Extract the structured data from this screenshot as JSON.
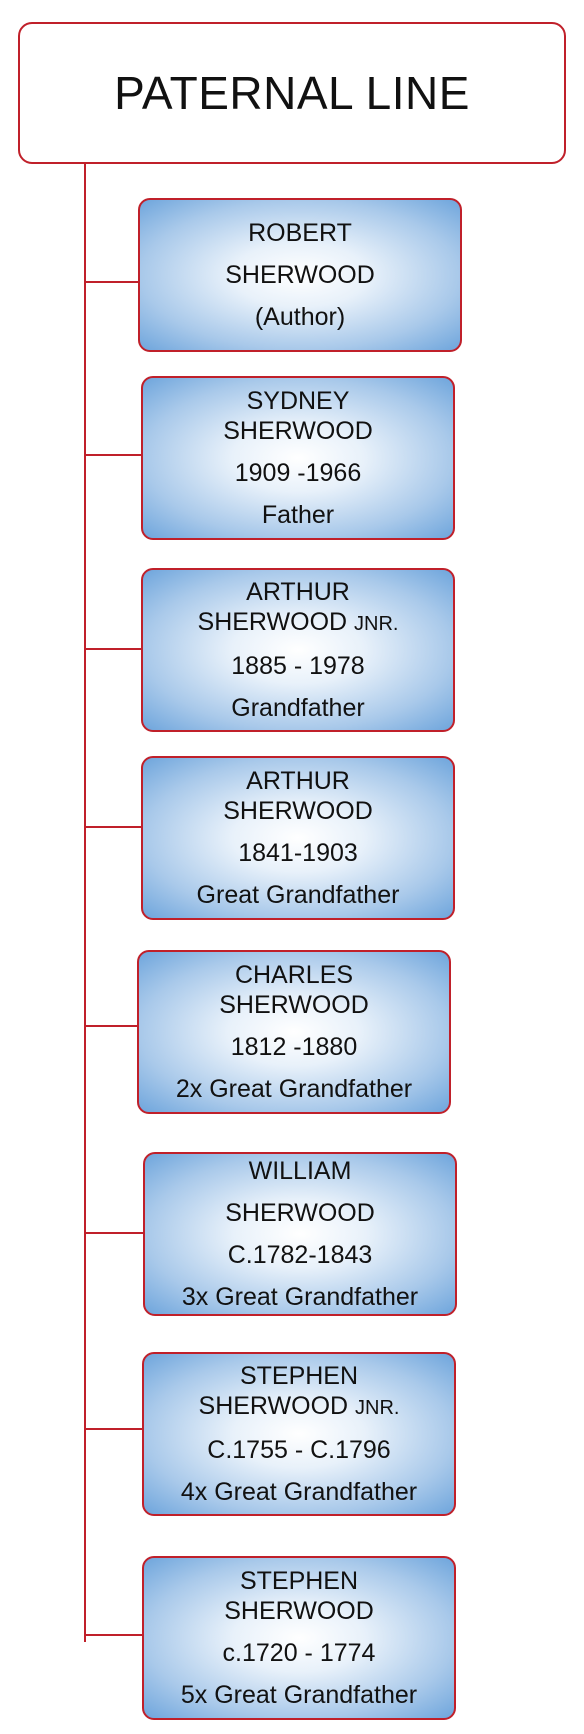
{
  "header": {
    "title": "PATERNAL LINE"
  },
  "colors": {
    "border": "#c0202a",
    "fill_light": "#ffffff",
    "fill_dark": "#6ea5dc"
  },
  "people": [
    {
      "first": "ROBERT",
      "surname": "SHERWOOD",
      "suffix": "",
      "dates": "(Author)",
      "relation": ""
    },
    {
      "first": "SYDNEY",
      "surname": "SHERWOOD",
      "suffix": "",
      "dates": "1909 -1966",
      "relation": "Father"
    },
    {
      "first": "ARTHUR",
      "surname": "SHERWOOD",
      "suffix": "JNR.",
      "dates": "1885 - 1978",
      "relation": "Grandfather"
    },
    {
      "first": "ARTHUR",
      "surname": "SHERWOOD",
      "suffix": "",
      "dates": "1841-1903",
      "relation": "Great Grandfather"
    },
    {
      "first": "CHARLES",
      "surname": "SHERWOOD",
      "suffix": "",
      "dates": "1812 -1880",
      "relation": "2x Great Grandfather"
    },
    {
      "first": "WILLIAM",
      "surname": "SHERWOOD",
      "suffix": "",
      "dates": "C.1782-1843",
      "relation": "3x Great Grandfather"
    },
    {
      "first": "STEPHEN",
      "surname": "SHERWOOD",
      "suffix": "JNR.",
      "dates": "C.1755 - C.1796",
      "relation": "4x Great Grandfather"
    },
    {
      "first": "STEPHEN",
      "surname": "SHERWOOD",
      "suffix": "",
      "dates": "c.1720 - 1774",
      "relation": "5x Great Grandfather"
    }
  ]
}
